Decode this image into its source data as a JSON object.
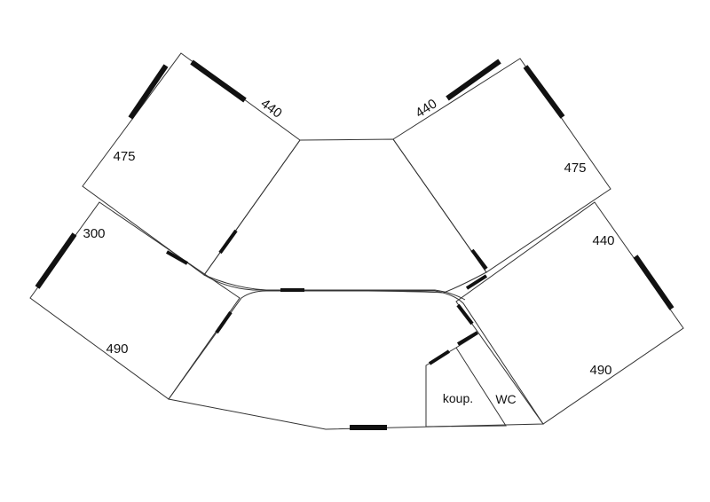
{
  "dimensions": {
    "room_top_left_width": "440",
    "room_top_left_depth": "475",
    "room_top_right_width": "440",
    "room_top_right_depth": "475",
    "room_left_depth": "300",
    "room_left_width": "490",
    "room_right_depth": "440",
    "room_right_width": "490"
  },
  "labels": {
    "storage": "koup.",
    "toilet": "WC"
  },
  "colors": {
    "wall": "#333333",
    "opening": "#111111"
  }
}
